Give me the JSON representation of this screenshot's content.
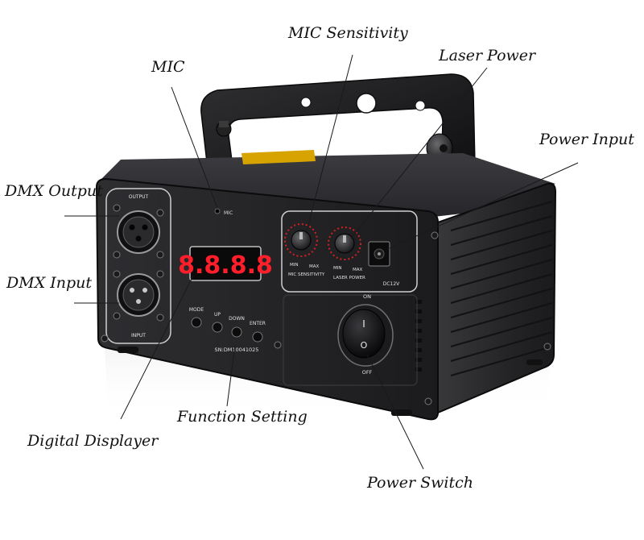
{
  "labels": {
    "mic": "MIC",
    "mic_sensitivity": "MIC Sensitivity",
    "laser_power": "Laser Power",
    "power_input": "Power Input",
    "dmx_output": "DMX Output",
    "dmx_input": "DMX Input",
    "function_setting": "Function Setting",
    "digital_displayer": "Digital Displayer",
    "power_switch": "Power Switch"
  },
  "panel": {
    "output_label": "OUTPUT",
    "input_label": "INPUT",
    "mic_label": "MIC",
    "display_value": "8.8.8.8",
    "buttons": [
      "MODE",
      "UP",
      "DOWN",
      "ENTER"
    ],
    "serial": "SN:DM10041025",
    "knob1_min": "MIN",
    "knob1_max": "MAX",
    "knob1_name": "MIC SENSITIVITY",
    "knob2_min": "MIN",
    "knob2_max": "MAX",
    "knob2_name": "LASER POWER",
    "dc_label": "DC12V",
    "switch_on": "ON",
    "switch_off": "OFF",
    "rocker_on": "I",
    "rocker_off": "O"
  },
  "colors": {
    "body": "#2b2b2d",
    "panel": "#1c1c1e",
    "display_led": "#ff1e2a",
    "label_strip": "#d7a300"
  }
}
